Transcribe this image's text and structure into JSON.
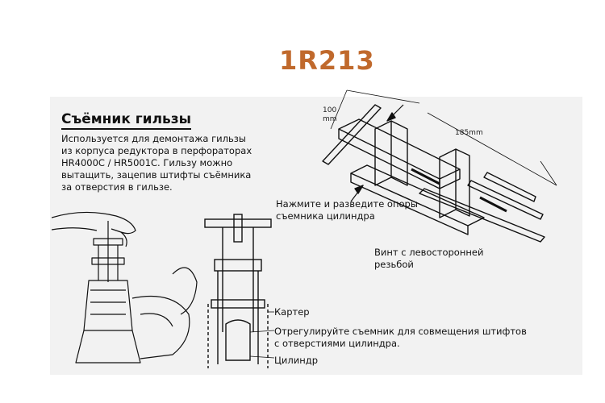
{
  "header": {
    "code": "1R213"
  },
  "intro": {
    "title": "Съёмник гильзы",
    "description_lines": [
      "Используется для демонтажа гильзы",
      "из корпуса редуктора в перфораторах",
      "HR4000C / HR5001C. Гильзу можно",
      "вытащить, зацепив штифты съёмника",
      "за отверстия в гильзе."
    ]
  },
  "diagram": {
    "dims": {
      "height_value": "100",
      "height_unit": "mm",
      "length": "185mm"
    },
    "labels": {
      "press": [
        "Нажмите и разведите опоры",
        "съемника цилиндра"
      ],
      "screw": [
        "Винт с левосторонней",
        "резьбой"
      ],
      "housing": "Картер",
      "adjust": [
        "Отрегулируйте съемник для совмещения штифтов",
        "с отверстиями цилиндра."
      ],
      "cylinder": "Цилиндр"
    }
  },
  "colors": {
    "accent": "#c0692c",
    "panel": "#f2f2f2",
    "ink": "#111111"
  },
  "icons": [
    "tool-drawing",
    "arrow-icon",
    "hand-drill-illustration"
  ]
}
